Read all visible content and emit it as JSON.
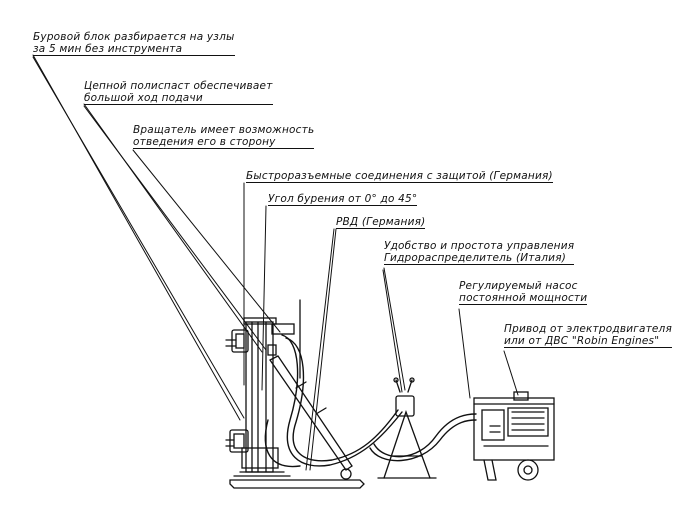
{
  "callouts": [
    {
      "id": "c1",
      "lines": [
        "Буровой блок разбирается на узлы",
        "за 5 мин без инструмента"
      ]
    },
    {
      "id": "c2",
      "lines": [
        "Цепной полиспаст обеспечивает",
        "большой ход подачи"
      ]
    },
    {
      "id": "c3",
      "lines": [
        "Вращатель имеет возможность",
        "отведения его в сторону"
      ]
    },
    {
      "id": "c4",
      "lines": [
        "Быстроразъемные соединения с защитой (Германия)"
      ]
    },
    {
      "id": "c5",
      "lines": [
        "Угол бурения от 0° до 45°"
      ]
    },
    {
      "id": "c6",
      "lines": [
        "РВД (Германия)"
      ]
    },
    {
      "id": "c7",
      "lines": [
        "Удобство и простота управления",
        "Гидрораспределитель (Италия)"
      ]
    },
    {
      "id": "c8",
      "lines": [
        "Регулируемый насос",
        "постоянной мощности"
      ]
    },
    {
      "id": "c9",
      "lines": [
        "Привод от электродвигателя",
        "или от ДВС \"Robin Engines\""
      ]
    }
  ],
  "colors": {
    "ink": "#111111",
    "background": "#ffffff"
  }
}
